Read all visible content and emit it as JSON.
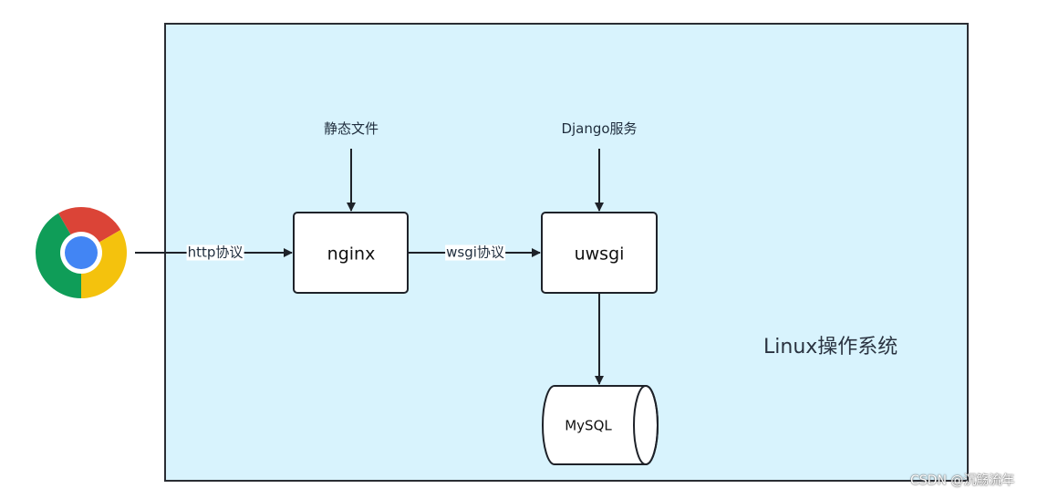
{
  "diagram": {
    "container_label": "Linux操作系统",
    "client_icon": "chrome-browser-icon",
    "nodes": {
      "nginx": "nginx",
      "uwsgi": "uwsgi",
      "mysql": "MySQL"
    },
    "inputs": {
      "static_files": "静态文件",
      "django_service": "Django服务"
    },
    "edges": {
      "http": "http协议",
      "wsgi": "wsgi协议"
    },
    "colors": {
      "container_fill": "#d8f3fd",
      "node_fill": "#ffffff",
      "stroke": "#1e2229"
    }
  },
  "watermark": "CSDN @沉觞流年"
}
